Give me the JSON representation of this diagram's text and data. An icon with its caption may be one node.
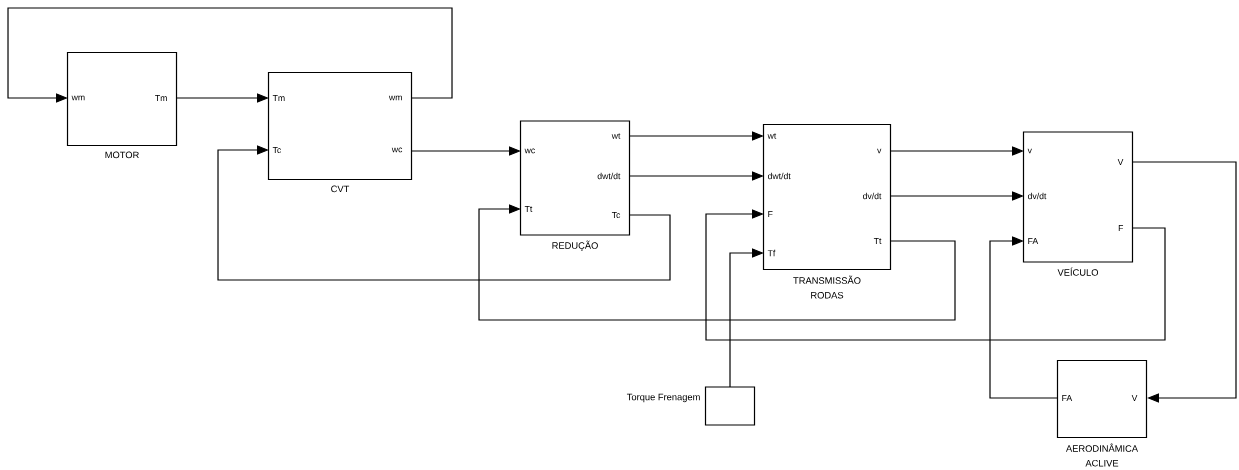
{
  "diagram": {
    "nodes": [
      {
        "text": [
          "wm",
          "Tm",
          "MOTOR"
        ]
      },
      {
        "text": [
          "Tm",
          "Tc",
          "wm",
          "wc",
          "CVT"
        ]
      },
      {
        "text": [
          "wc",
          "Tt",
          "wt",
          "dwt/dt",
          "Tc",
          "REDUÇÃO"
        ]
      },
      {
        "text": [
          "wt",
          "dwt/dt",
          "F",
          "Tf",
          "v",
          "dv/dt",
          "Tt",
          "TRANSMISSÃO RODAS"
        ]
      },
      {
        "text": [
          "v",
          "dv/dt",
          "FA",
          "V",
          "F",
          "VEÍCULO"
        ]
      },
      {
        "text": [
          "Torque Frenagem"
        ]
      },
      {
        "text": [
          "FA",
          "V",
          "AERODINÂMICA ACLIVE"
        ]
      }
    ],
    "edges": [
      {
        "from": 0,
        "to": 1,
        "arrow": "to"
      },
      {
        "from": 1,
        "to": 0,
        "arrow": "to"
      },
      {
        "from": 1,
        "to": 2,
        "arrow": "to"
      },
      {
        "from": 2,
        "to": 1,
        "arrow": "to"
      },
      {
        "from": 2,
        "to": 3,
        "arrow": "to"
      },
      {
        "from": 2,
        "to": 3,
        "arrow": "to"
      },
      {
        "from": 3,
        "to": 2,
        "arrow": "to"
      },
      {
        "from": 3,
        "to": 4,
        "arrow": "to"
      },
      {
        "from": 3,
        "to": 4,
        "arrow": "to"
      },
      {
        "from": 4,
        "to": 3,
        "arrow": "to"
      },
      {
        "from": 5,
        "to": 3,
        "arrow": "to"
      },
      {
        "from": 6,
        "to": 4,
        "arrow": "to"
      },
      {
        "from": 4,
        "to": 6,
        "arrow": "to"
      }
    ]
  }
}
